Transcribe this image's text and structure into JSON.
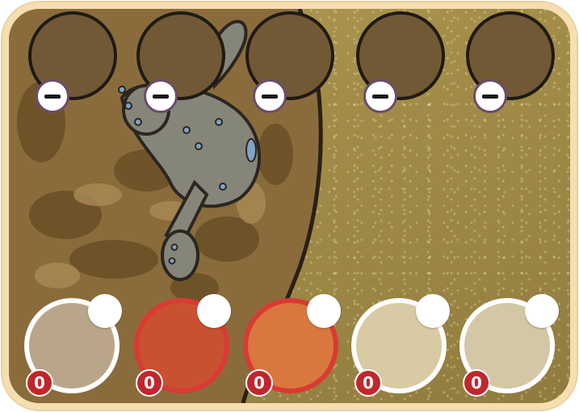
{
  "colors": {
    "frame_border": "#f5deb0",
    "sand": "#a28c48",
    "top_slot_fill": "#715935",
    "badge": "#c0272d"
  },
  "top_slots": [
    {
      "icon": "minus-icon"
    },
    {
      "icon": "minus-icon"
    },
    {
      "icon": "minus-icon"
    },
    {
      "icon": "minus-icon"
    },
    {
      "icon": "minus-icon"
    }
  ],
  "bottom_slots": [
    {
      "fill": "#b9a68a",
      "ring": "#ffffff",
      "count": "0"
    },
    {
      "fill": "#c8522f",
      "ring": "#d93a34",
      "count": "0"
    },
    {
      "fill": "#d9773f",
      "ring": "#d93a34",
      "count": "0"
    },
    {
      "fill": "#d8caa2",
      "ring": "#ffffff",
      "count": "0"
    },
    {
      "fill": "#d3c7a6",
      "ring": "#ffffff",
      "count": "0"
    }
  ]
}
